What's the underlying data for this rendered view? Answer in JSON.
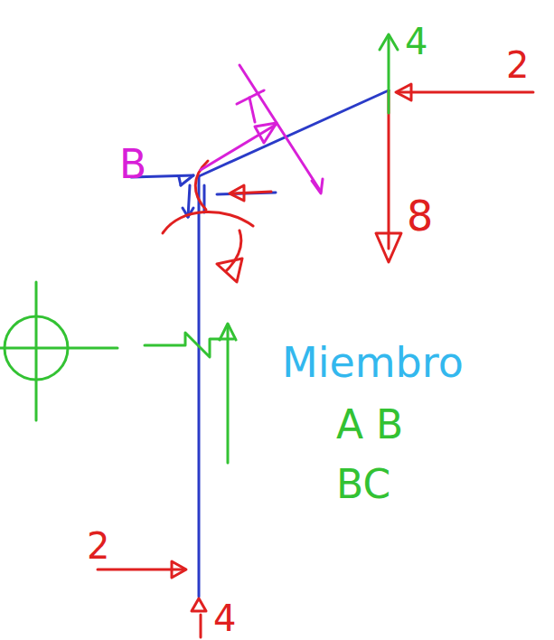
{
  "diagram": {
    "labels": [
      "B",
      "4",
      "2",
      "8",
      "2",
      "4",
      "Miembro",
      "A B",
      "BC"
    ]
  }
}
